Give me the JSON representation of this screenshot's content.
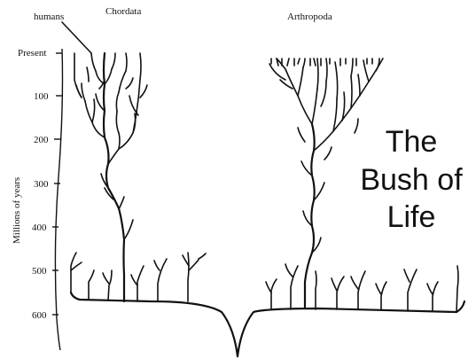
{
  "labels": {
    "humans": "humans",
    "chordata": "Chordata",
    "arthropoda": "Arthropoda"
  },
  "axis": {
    "title": "Millions of years",
    "ticks": [
      "Present",
      "100",
      "200",
      "300",
      "400",
      "500",
      "600"
    ]
  },
  "caption": {
    "line1": "The",
    "line2": "Bush of",
    "line3": "Life"
  }
}
